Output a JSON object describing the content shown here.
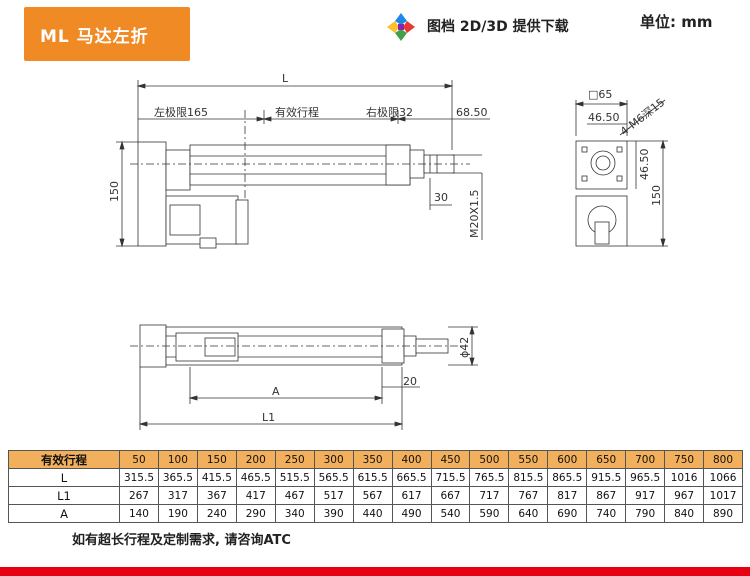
{
  "header": {
    "title": "ML 马达左折",
    "cad_label": "图档  2D/3D  提供下载",
    "unit_label": "单位: mm"
  },
  "drawing": {
    "dim_L": "L",
    "left_limit": "左极限165",
    "stroke_label": "有效行程",
    "right_limit": "右极限32",
    "dim_68_50": "68.50",
    "dim_150_left": "150",
    "dim_30": "30",
    "thread": "M20X1.5",
    "square_65": "□65",
    "dim_46_50_top": "46.50",
    "hole_spec": "4-M6深15",
    "dim_46_50_side": "46.50",
    "dim_150_right": "150",
    "dia_42": "ϕ42",
    "dim_20": "20",
    "dim_A": "A",
    "dim_L1": "L1"
  },
  "table": {
    "row_headers": [
      "有效行程",
      "L",
      "L1",
      "A"
    ],
    "strokes": [
      "50",
      "100",
      "150",
      "200",
      "250",
      "300",
      "350",
      "400",
      "450",
      "500",
      "550",
      "600",
      "650",
      "700",
      "750",
      "800"
    ],
    "L": [
      "315.5",
      "365.5",
      "415.5",
      "465.5",
      "515.5",
      "565.5",
      "615.5",
      "665.5",
      "715.5",
      "765.5",
      "815.5",
      "865.5",
      "915.5",
      "965.5",
      "1016",
      "1066"
    ],
    "L1": [
      "267",
      "317",
      "367",
      "417",
      "467",
      "517",
      "567",
      "617",
      "667",
      "717",
      "767",
      "817",
      "867",
      "917",
      "967",
      "1017"
    ],
    "A": [
      "140",
      "190",
      "240",
      "290",
      "340",
      "390",
      "440",
      "490",
      "540",
      "590",
      "640",
      "690",
      "740",
      "790",
      "840",
      "890"
    ]
  },
  "footer": {
    "note": "如有超长行程及定制需求, 请咨询ATC"
  },
  "colors": {
    "title_bg": "#f08a24",
    "table_header_bg": "#f3b05c",
    "bottom_bar": "#e60012"
  }
}
